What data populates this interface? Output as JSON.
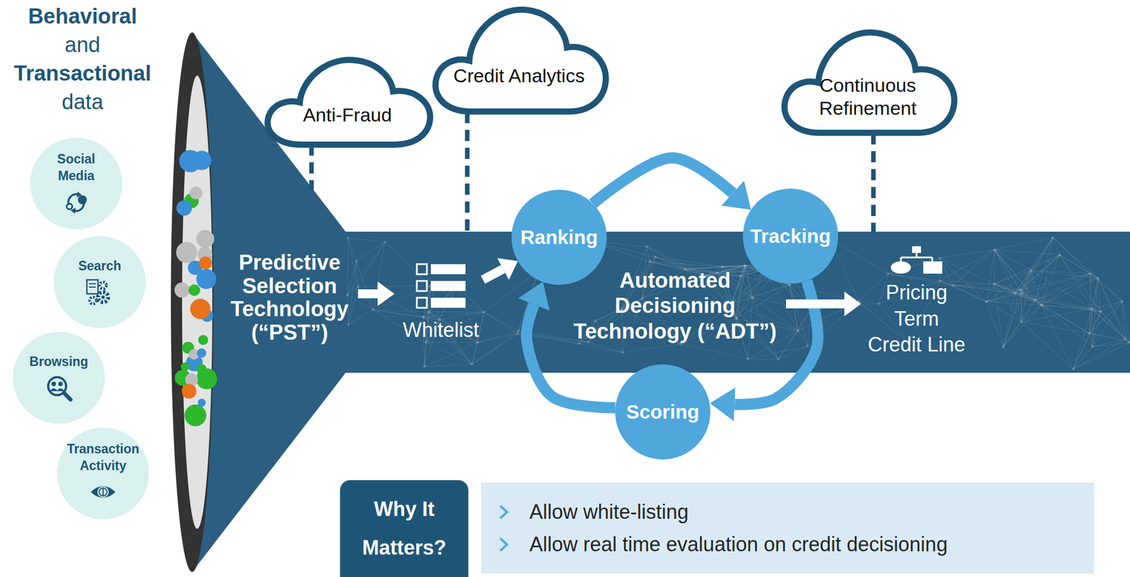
{
  "diagram": {
    "title": "Behavioral and Transactional data",
    "nodes": [
      {
        "text": [
          "Social Media"
        ]
      },
      {
        "text": [
          "Search"
        ]
      },
      {
        "text": [
          "Browsing"
        ]
      },
      {
        "text": [
          "Transaction Activity"
        ]
      },
      {
        "text": [
          "Predictive Selection Technology (“PST”)"
        ]
      },
      {
        "text": [
          "Whitelist"
        ]
      },
      {
        "text": [
          "Ranking"
        ]
      },
      {
        "text": [
          "Tracking"
        ]
      },
      {
        "text": [
          "Scoring"
        ]
      },
      {
        "text": [
          "Automated Decisioning Technology (“ADT”)"
        ]
      },
      {
        "text": [
          "Pricing Term Credit Line"
        ]
      },
      {
        "text": [
          "Anti-Fraud"
        ]
      },
      {
        "text": [
          "Credit Analytics"
        ]
      },
      {
        "text": [
          "Continuous Refinement"
        ]
      },
      {
        "text": [
          "Why It Matters?"
        ]
      },
      {
        "text": [
          "Allow white-listing",
          "Allow real time evaluation on credit decisioning"
        ]
      }
    ],
    "edges": [
      {
        "from": 4,
        "to": 5,
        "arrow": "to"
      },
      {
        "from": 5,
        "to": 6,
        "arrow": "to"
      },
      {
        "from": 6,
        "to": 7,
        "arrow": "to"
      },
      {
        "from": 7,
        "to": 8,
        "arrow": "to"
      },
      {
        "from": 8,
        "to": 6,
        "arrow": "to"
      },
      {
        "from": 9,
        "to": 10,
        "arrow": "to"
      },
      {
        "from": 11,
        "to": 4,
        "arrow": "none"
      },
      {
        "from": 12,
        "to": 5,
        "arrow": "none"
      },
      {
        "from": 13,
        "to": 10,
        "arrow": "none"
      }
    ]
  }
}
